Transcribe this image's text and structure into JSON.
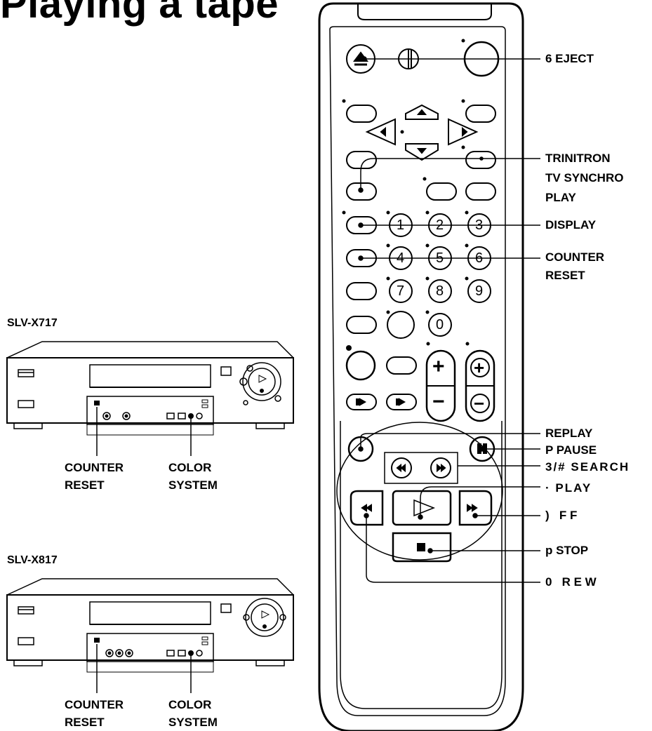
{
  "page": {
    "title": "Playing a tape"
  },
  "remote_labels": {
    "eject": "6 EJECT",
    "trinitron_line1": "TRINITRON",
    "trinitron_line2": "TV SYNCHRO",
    "trinitron_line3": "PLAY",
    "display": "DISPLAY",
    "counter_reset_line1": "COUNTER",
    "counter_reset_line2": "RESET",
    "replay": "REPLAY",
    "pause": "P PAUSE",
    "search": "3/# SEARCH",
    "play": "· PLAY",
    "ff": ")   F F",
    "stop": "p STOP",
    "rew": "0   R E W"
  },
  "remote_keys": {
    "digits": [
      "1",
      "2",
      "3",
      "4",
      "5",
      "6",
      "7",
      "8",
      "9",
      "0"
    ],
    "plus": "+",
    "minus": "−"
  },
  "models": [
    {
      "name": "SLV-X717",
      "counter_reset_line1": "COUNTER",
      "counter_reset_line2": "RESET",
      "color_system_line1": "COLOR",
      "color_system_line2": "SYSTEM"
    },
    {
      "name": "SLV-X817",
      "counter_reset_line1": "COUNTER",
      "counter_reset_line2": "RESET",
      "color_system_line1": "COLOR",
      "color_system_line2": "SYSTEM"
    }
  ]
}
